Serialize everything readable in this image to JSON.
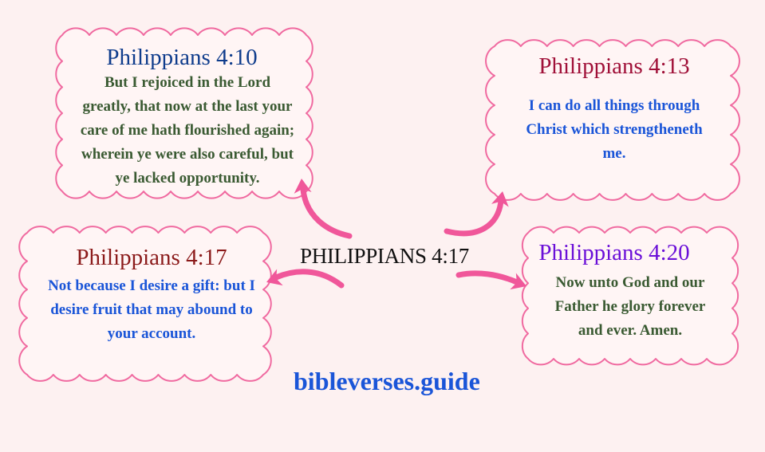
{
  "center_title": "PHILIPPIANS 4:17",
  "site": "bibleverses.guide",
  "colors": {
    "background": "#fdf1f1",
    "cloud_border": "#f06aa0",
    "arrow": "#f0579a"
  },
  "cards": {
    "v410": {
      "title": "Philippians 4:10",
      "lines": [
        "But I rejoiced in the Lord",
        "greatly, that now at the last your",
        "care of me hath flourished again;",
        "wherein ye were also careful, but",
        "ye lacked opportunity."
      ]
    },
    "v413": {
      "title": "Philippians 4:13",
      "lines": [
        "I can do all things through",
        "Christ which strengtheneth",
        "me."
      ]
    },
    "v417": {
      "title": "Philippians 4:17",
      "lines": [
        "Not because I desire a gift: but I",
        "desire fruit that may abound to",
        "your account."
      ]
    },
    "v420": {
      "title": "Philippians 4:20",
      "lines": [
        "Now unto God and our",
        "Father he glory forever",
        "and ever. Amen."
      ]
    }
  }
}
